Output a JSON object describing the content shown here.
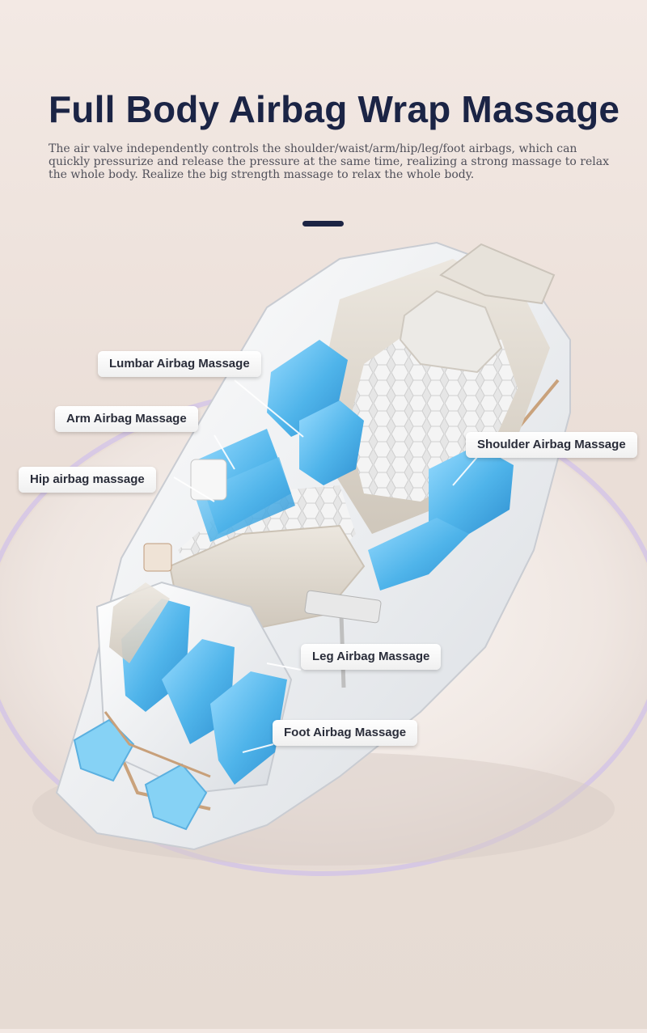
{
  "header": {
    "title": "Full Body Airbag Wrap Massage",
    "description": "The air valve independently controls the shoulder/waist/arm/hip/leg/foot airbags, which can quickly pressurize and release the pressure at the same time, realizing a strong massage to relax the whole body. Realize the big strength massage to relax the whole body."
  },
  "labels": {
    "lumbar": "Lumbar Airbag Massage",
    "arm": "Arm Airbag Massage",
    "hip": "Hip airbag massage",
    "shoulder": "Shoulder Airbag Massage",
    "leg": "Leg Airbag Massage",
    "foot": "Foot Airbag Massage"
  },
  "colors": {
    "title": "#1b2445",
    "airbag_blue": "#5bbcec",
    "chair_white": "#eef0f2",
    "chair_beige": "#d8d2c8",
    "glow": "#c9b8f0"
  }
}
